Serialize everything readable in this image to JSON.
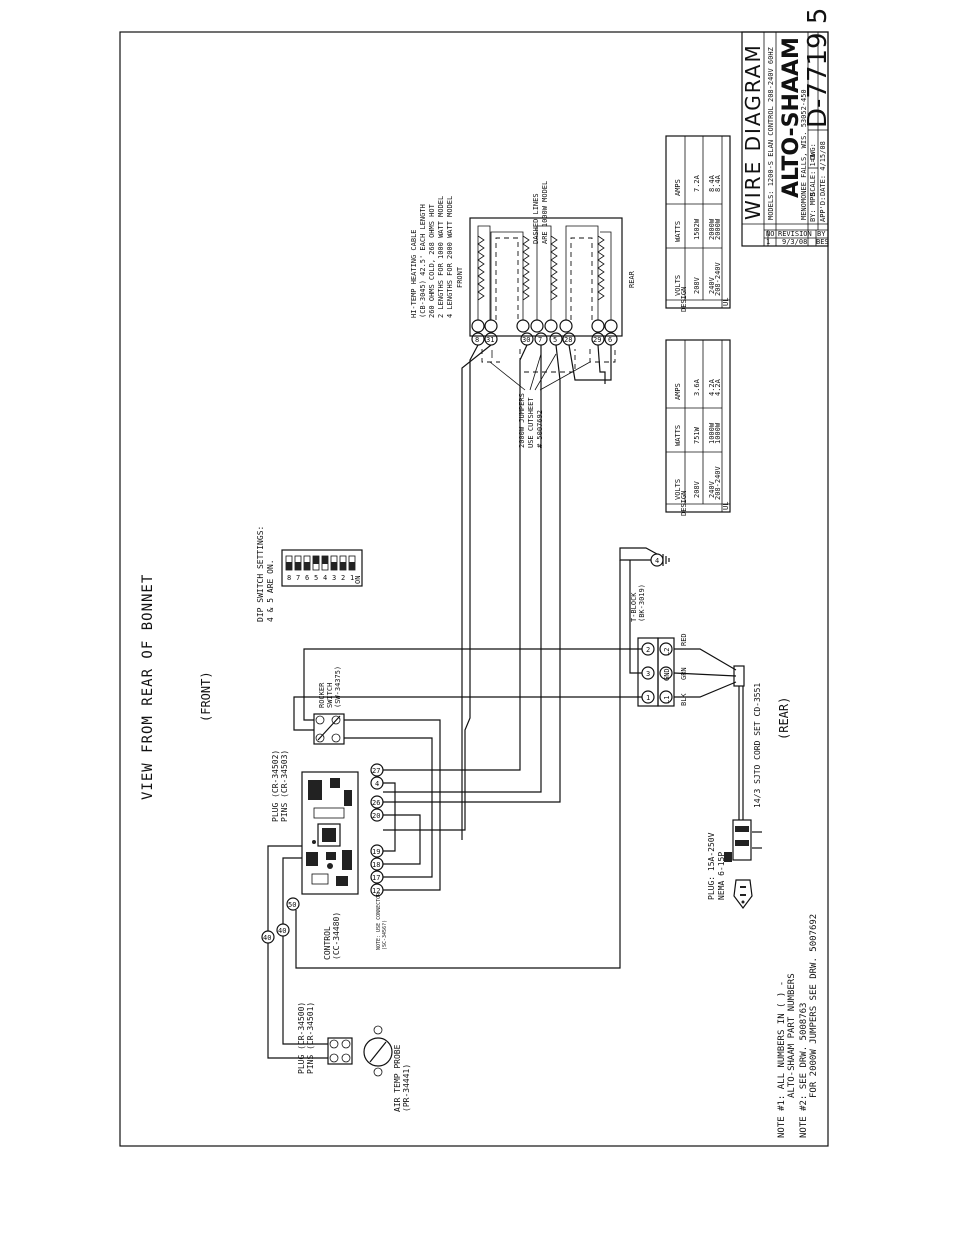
{
  "title_block": {
    "title": "WIRE DIAGRAM",
    "brand": "ALTO-SHAAM",
    "models": "MODELS: 1200-S ELAN CONTROL 208-240V 60HZ",
    "location": "MENOMONEE FALLS, WIS. 53052-450",
    "by": "BY: MPB",
    "scale": "SCALE: 1=1",
    "dwg": "DWG:",
    "date": "DATE: 4/15/08",
    "appd": "APP'D:",
    "dwg_number": "D-7719 5",
    "revision_headers": [
      "NO",
      "REVISION",
      "BY"
    ],
    "revision_row": [
      "1",
      "9/3/08",
      "BES"
    ]
  },
  "notes": {
    "note1_a": "NOTE #1: ALL NUMBERS IN ( ) -",
    "note1_b": "ALTO-SHAAM PART NUMBERS",
    "note2_a": "NOTE #2: SEE DRW. 5008763",
    "note2_b": "FOR 2000W JUMPERS SEE DRW. 5007692"
  },
  "view_labels": {
    "view": "VIEW FROM REAR OF BONNET",
    "front": "(FRONT)",
    "rear": "(REAR)"
  },
  "heater": {
    "cable_1": "HI-TEMP HEATING CABLE",
    "cable_2": "(CB-3045) 42.5' EACH LENGTH",
    "cable_3": "260 OHMS COLD, 268 OHMS HOT",
    "cable_4": "2 LENGTHS FOR 1000 WATT MODEL",
    "cable_5": "4 LENGTHS FOR 2000 WATT MODEL",
    "dashed_1": "DASHED LINES",
    "dashed_2": "ARE 1000W MODEL",
    "front": "FRONT",
    "rear": "REAR",
    "jumper_1": "2000W JUMPERS",
    "jumper_2": "USE CUTSHEET",
    "jumper_3": "# 5007692"
  },
  "dip": {
    "title_1": "DIP SWITCH SETTINGS:",
    "title_2": "4 & 5 ARE ON.",
    "on_label": "ON",
    "numbers": [
      "8",
      "7",
      "6",
      "5",
      "4",
      "3",
      "2",
      "1"
    ]
  },
  "components": {
    "plug_top_1": "PLUG (CR-34502)",
    "plug_top_2": "PINS (CR-34503)",
    "control_1": "CONTROL",
    "control_2": "(CC-34480)",
    "note_small_1": "NOTE: USE CONNECTOR",
    "note_small_2": "(SC-3456?)",
    "plug_probe_1": "PLUG (CR-34500)",
    "plug_probe_2": "PINS (CR-34501)",
    "probe_1": "AIR TEMP PROBE",
    "probe_2": "(PR-34441)",
    "rocker_1": "ROCKER",
    "rocker_2": "SWITCH",
    "rocker_3": "(SW-34375)",
    "tblock_1": "T-BLOCK",
    "tblock_2": "(BK-3019)",
    "red": "RED",
    "grn": "GRN",
    "blk": "BLK",
    "cord": "14/3 SJTO CORD SET CD-3551",
    "plug_1": "PLUG: 15A-250V",
    "plug_2": "NEMA 6-15P"
  },
  "terminals": {
    "t8": "8",
    "t31": "31",
    "t30": "30",
    "t7": "7",
    "t5": "5",
    "t28": "28",
    "t29": "29",
    "t6": "6",
    "c27": "27",
    "c4": "4",
    "c26": "26",
    "c20": "20",
    "c19": "19",
    "c18": "18",
    "c17": "17",
    "c12": "12",
    "c50": "50",
    "p40a": "40",
    "p40b": "40",
    "g4": "4",
    "tb2": "2",
    "tb3": "3",
    "tb1": "1",
    "tbl2": "L2",
    "tbgnd": "GND",
    "tbl1": "L1"
  },
  "table_1000": {
    "headers": [
      "VOLTS",
      "WATTS",
      "AMPS"
    ],
    "rows": [
      [
        "208V",
        "751W",
        "3.6A"
      ],
      [
        "240V",
        "1000W",
        "4.2A"
      ],
      [
        "208-240V",
        "1000W",
        "4.2A"
      ]
    ],
    "side": [
      "UL",
      "DESIGN"
    ]
  },
  "table_2000": {
    "headers": [
      "VOLTS",
      "WATTS",
      "AMPS"
    ],
    "rows": [
      [
        "208V",
        "1502W",
        "7.2A"
      ],
      [
        "240V",
        "2000W",
        "8.4A"
      ],
      [
        "208-240V",
        "2000W",
        "8.4A"
      ]
    ],
    "side": [
      "UL",
      "DESIGN"
    ]
  }
}
